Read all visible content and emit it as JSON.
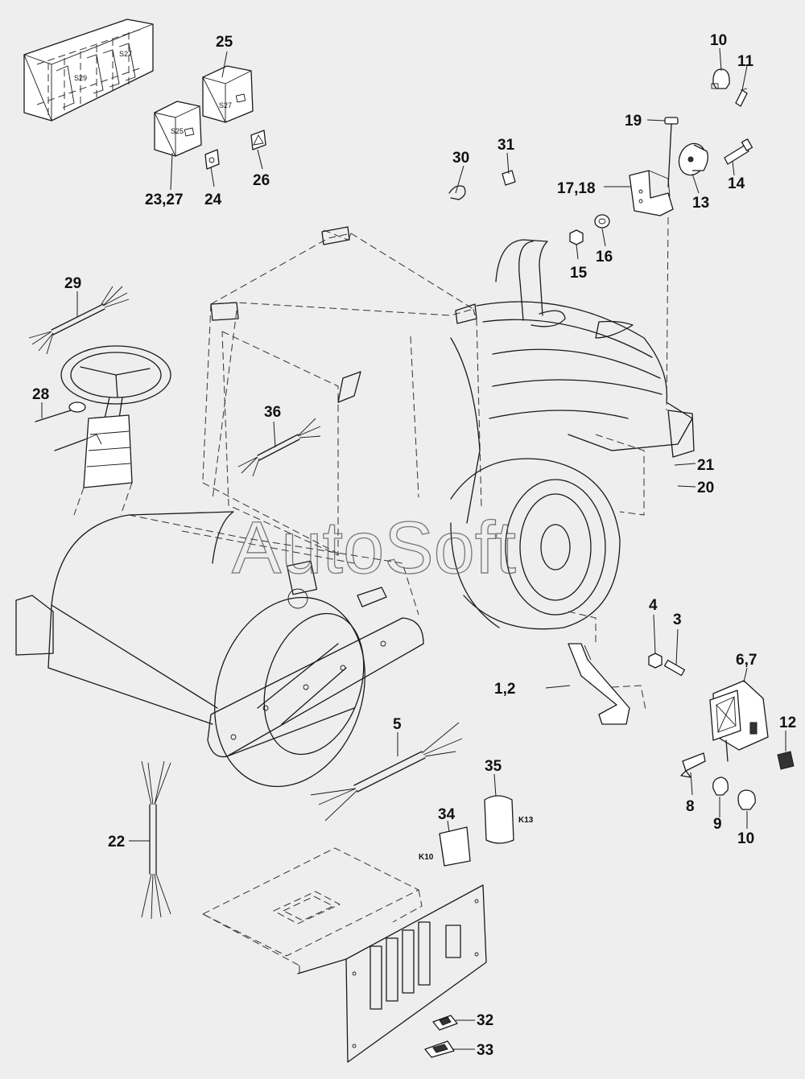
{
  "callouts": {
    "c1": "1,2",
    "c3": "3",
    "c4": "4",
    "c5": "5",
    "c6": "6,7",
    "c8": "8",
    "c9": "9",
    "c10a": "10",
    "c10b": "10",
    "c11": "11",
    "c12": "12",
    "c13": "13",
    "c14": "14",
    "c15": "15",
    "c16": "16",
    "c17": "17,18",
    "c19": "19",
    "c20": "20",
    "c21": "21",
    "c22": "22",
    "c23": "23,27",
    "c24": "24",
    "c25": "25",
    "c26": "26",
    "c28": "28",
    "c29": "29",
    "c30": "30",
    "c31": "31",
    "c32": "32",
    "c33": "33",
    "c34": "34",
    "c35": "35",
    "c36": "36"
  },
  "tags": {
    "s29": "S29",
    "s27_panel": "S27",
    "s25": "S25",
    "s27_switch": "S27",
    "k10": "K10",
    "k13": "K13"
  },
  "watermark": "AutoSoft",
  "colors": {
    "background": "#eeeeee",
    "line": "#1a1a1a",
    "watermark": "#5a5a5a"
  }
}
